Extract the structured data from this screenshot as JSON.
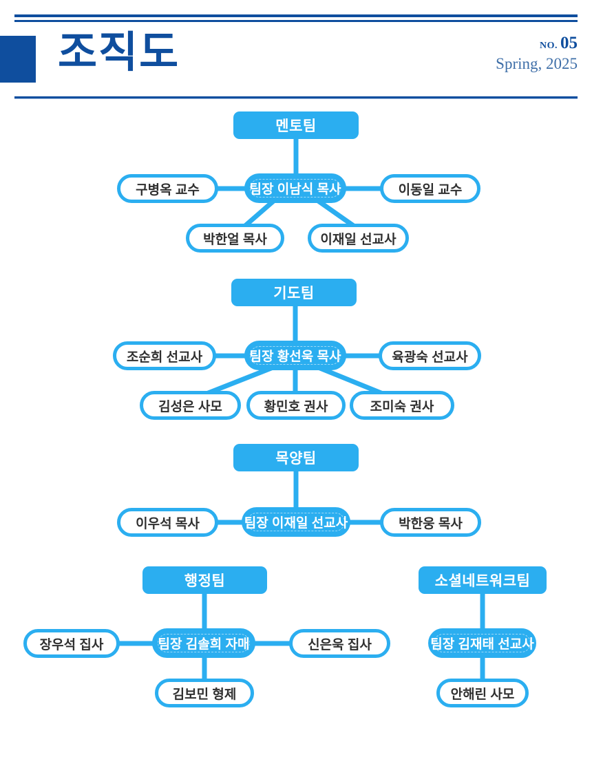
{
  "header": {
    "title": "조직도",
    "issue_label": "NO.",
    "issue_number": "05",
    "season": "Spring, 2025"
  },
  "colors": {
    "navy": "#0F4E9E",
    "sky_blue": "#2BAEF0",
    "season_text": "#3F6FA8",
    "member_text": "#2F2F2F"
  },
  "teams": [
    {
      "name": "멘토팀",
      "leader": "팀장 이남식 목사",
      "members": [
        "구병옥 교수",
        "이동일 교수",
        "박한얼 목사",
        "이재일 선교사"
      ]
    },
    {
      "name": "기도팀",
      "leader": "팀장 황선욱 목사",
      "members": [
        "조순희 선교사",
        "육광숙 선교사",
        "김성은 사모",
        "황민호 권사",
        "조미숙 권사"
      ]
    },
    {
      "name": "목양팀",
      "leader": "팀장 이재일 선교사",
      "members": [
        "이우석 목사",
        "박한웅 목사"
      ]
    },
    {
      "name": "행정팀",
      "leader": "팀장 김솔희 자매",
      "members": [
        "장우석 집사",
        "신은욱 집사",
        "김보민 형제"
      ]
    },
    {
      "name": "소셜네트워크팀",
      "leader": "팀장 김재태 선교사",
      "members": [
        "안해린 사모"
      ]
    }
  ]
}
